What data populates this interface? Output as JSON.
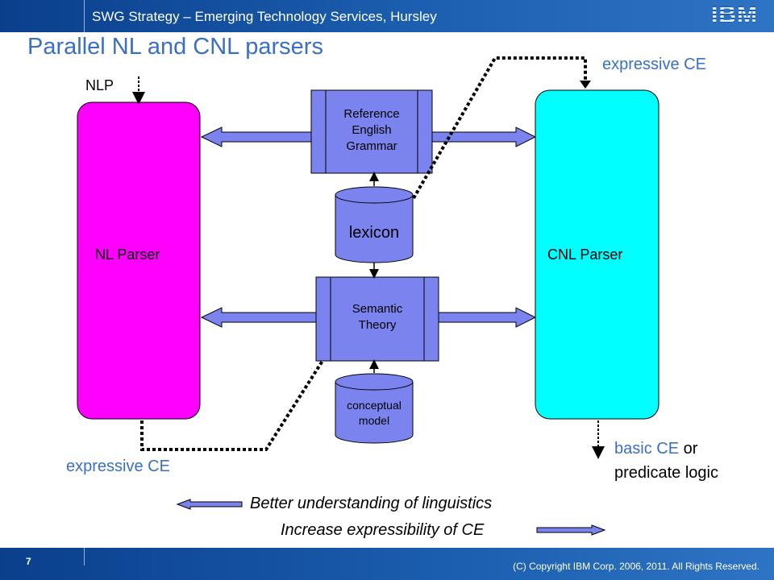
{
  "header": {
    "title": "SWG Strategy – Emerging Technology Services, Hursley",
    "logo": "IBM"
  },
  "slide": {
    "title": "Parallel NL and CNL parsers"
  },
  "diagram": {
    "nl_parser": "NL Parser",
    "cnl_parser": "CNL Parser",
    "reference_grammar": [
      "Reference",
      "English",
      "Grammar"
    ],
    "semantic_theory": [
      "Semantic",
      "Theory"
    ],
    "lexicon": "lexicon",
    "conceptual_model": [
      "conceptual",
      "model"
    ],
    "nlp": "NLP",
    "expressive_ce_top": "expressive CE",
    "expressive_ce_bottom": "expressive CE",
    "basic_ce_highlight": "basic CE",
    "basic_ce_rest": " or",
    "predicate_logic": "predicate logic",
    "better_understanding": "Better understanding of linguistics",
    "increase_expressibility": "Increase expressibility of CE",
    "colors": {
      "nl_parser": "#ff00ff",
      "cnl_parser": "#00ffff",
      "boxes": "#7b83ee",
      "title": "#3a6fc4"
    }
  },
  "footer": {
    "page": "7",
    "copyright": "(C) Copyright IBM Corp. 2006, 2011. All Rights Reserved."
  }
}
